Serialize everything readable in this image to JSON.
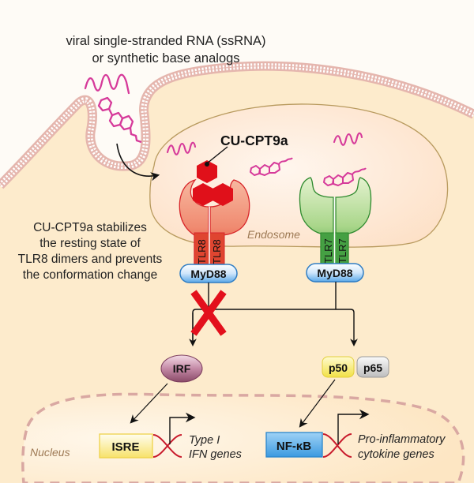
{
  "title_lines": [
    "viral single-stranded RNA (ssRNA)",
    "or synthetic base analogs"
  ],
  "inhibitor": {
    "label": "CU-CPT9a"
  },
  "compartments": {
    "endosome": "Endosome",
    "nucleus": "Nucleus"
  },
  "annotation_lines": [
    "CU-CPT9a stabilizes",
    "the resting state of",
    "TLR8 dimers and prevents",
    "the conformation change"
  ],
  "receptors": {
    "tlr8": {
      "label": "TLR8",
      "adaptor": "MyD88",
      "color": "#e0402e"
    },
    "tlr7": {
      "label": "TLR7",
      "adaptor": "MyD88",
      "color": "#3c9c3c"
    }
  },
  "factors": {
    "irf": "IRF",
    "p50": "p50",
    "p65": "p65"
  },
  "promoters": {
    "isre": {
      "label": "ISRE",
      "genes": [
        "Type I",
        "IFN genes"
      ]
    },
    "nfkb": {
      "label": "NF-κB",
      "genes": [
        "Pro-inflammatory",
        "cytokine genes"
      ]
    }
  },
  "colors": {
    "ligand": "#d63a9a",
    "inhibitor": "#e0101a",
    "block": "#e3101c",
    "cytoplasm": "#fdebcc",
    "endosome": "#fde3cf",
    "membrane": "#e8b9b0"
  }
}
